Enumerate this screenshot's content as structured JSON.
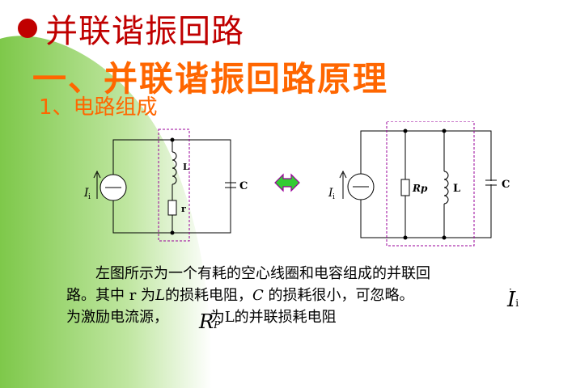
{
  "header": {
    "title": "并联谐振回路",
    "subtitle": "一、并联谐振回路原理",
    "section": "1、电路组成"
  },
  "circuit_left": {
    "source_label": "I",
    "source_sub": "i",
    "inductor_label": "L",
    "resistor_label": "r",
    "capacitor_label": "C"
  },
  "circuit_right": {
    "source_label": "I",
    "source_sub": "i",
    "resistor_label": "Rp",
    "inductor_label": "L",
    "capacitor_label": "C"
  },
  "body": {
    "line1": "左图所示为一个有耗的空心线圈和电容组成的并联回",
    "line2_a": "路。其中 r 为",
    "line2_L": "L",
    "line2_b": "的损耗电阻，",
    "line2_C": "C",
    "line2_c": " 的损耗很小，可忽略。",
    "line3_a": "为激励电流源，",
    "line3_b": " 为L的并联损耗电阻",
    "ii_symbol": "I",
    "ii_sub": "i",
    "rp_symbol": "R",
    "rp_sub": "P"
  },
  "colors": {
    "title": "#c00000",
    "subtitle": "#ff6600",
    "bg_shape": "#8fd14f",
    "arrow": "#33cc33"
  }
}
